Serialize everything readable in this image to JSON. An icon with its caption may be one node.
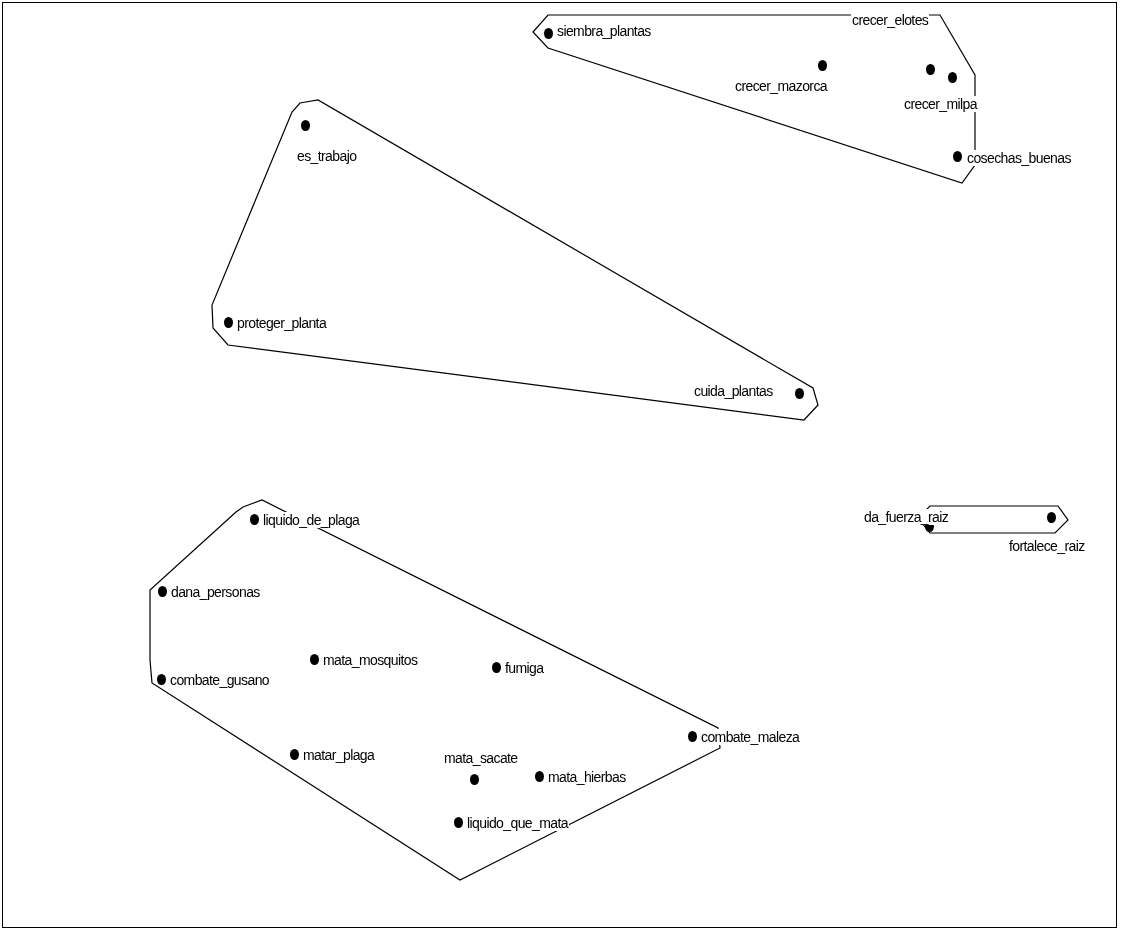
{
  "diagram": {
    "nodes": [
      {
        "text": [],
        "shape": "polygon"
      },
      {
        "text": [
          "siembra_plantas"
        ],
        "in": 0
      },
      {
        "text": [
          "crecer_mazorca"
        ],
        "in": 0
      },
      {
        "text": [
          "crecer_elotes"
        ],
        "in": 0
      },
      {
        "text": [
          "crecer_milpa"
        ],
        "in": 0
      },
      {
        "text": [
          "cosechas_buenas"
        ]
      },
      {
        "text": [],
        "shape": "polygon"
      },
      {
        "text": [
          "es_trabajo"
        ],
        "in": 6
      },
      {
        "text": [
          "proteger_planta"
        ],
        "in": 6
      },
      {
        "text": [
          "cuida_plantas"
        ],
        "in": 6
      },
      {
        "text": [],
        "shape": "polygon"
      },
      {
        "text": [
          "liquido_de_plaga"
        ],
        "in": 10
      },
      {
        "text": [
          "dana_personas"
        ],
        "in": 10
      },
      {
        "text": [
          "mata_mosquitos"
        ],
        "in": 10
      },
      {
        "text": [
          "fumiga"
        ],
        "in": 10
      },
      {
        "text": [
          "combate_gusano"
        ],
        "in": 10
      },
      {
        "text": [
          "combate_maleza"
        ]
      },
      {
        "text": [
          "matar_plaga"
        ],
        "in": 10
      },
      {
        "text": [
          "mata_sacate"
        ],
        "in": 10
      },
      {
        "text": [
          "mata_hierbas"
        ],
        "in": 10
      },
      {
        "text": [
          "liquido_que_mata"
        ],
        "in": 10
      },
      {
        "text": [],
        "shape": "polygon"
      },
      {
        "text": [
          "da_fuerza_raiz"
        ]
      },
      {
        "text": [
          "fortalece_raiz"
        ]
      }
    ],
    "edges": []
  }
}
